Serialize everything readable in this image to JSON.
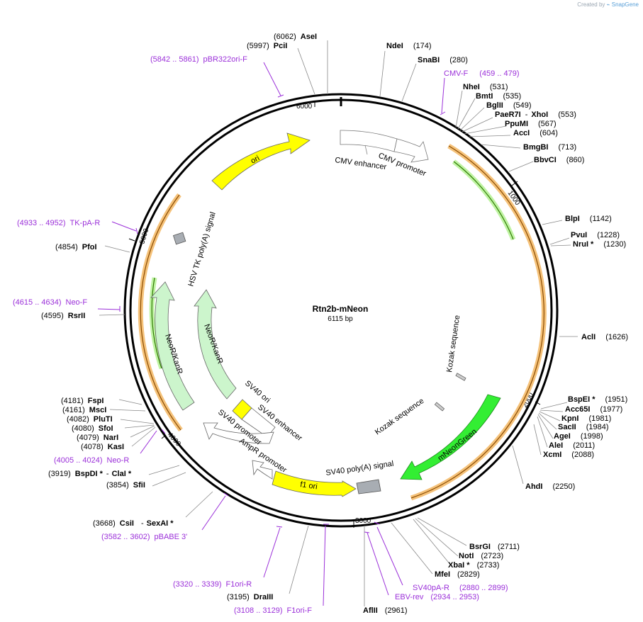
{
  "watermark": {
    "created_by": "Created by",
    "brand": "SnapGene"
  },
  "plasmid": {
    "name": "Rtn2b-mNeon",
    "size": "6115 bp"
  },
  "ticks": [
    "1000",
    "2000",
    "3000",
    "4000",
    "5000",
    "6000"
  ],
  "sites": [
    {
      "name": "AseI",
      "pos": "(6062)",
      "side": "left"
    },
    {
      "name": "PciI",
      "pos": "(5997)",
      "side": "left"
    },
    {
      "name": "NdeI",
      "pos": "(174)",
      "side": "right"
    },
    {
      "name": "SnaBI",
      "pos": "(280)",
      "side": "right"
    },
    {
      "name": "NheI",
      "pos": "(531)",
      "side": "right"
    },
    {
      "name": "BmtI",
      "pos": "(535)",
      "side": "right"
    },
    {
      "name": "BglII",
      "pos": "(549)",
      "side": "right"
    },
    {
      "name": "PaeR7I",
      "pos": "",
      "side": "right"
    },
    {
      "name": "XhoI",
      "pos": "(553)",
      "side": "right"
    },
    {
      "name": "PpuMI",
      "pos": "(567)",
      "side": "right"
    },
    {
      "name": "AccI",
      "pos": "(604)",
      "side": "right"
    },
    {
      "name": "BmgBI",
      "pos": "(713)",
      "side": "right"
    },
    {
      "name": "BbvCI",
      "pos": "(860)",
      "side": "right"
    },
    {
      "name": "BlpI",
      "pos": "(1142)",
      "side": "right"
    },
    {
      "name": "PvuI",
      "pos": "(1228)",
      "side": "right"
    },
    {
      "name": "NruI *",
      "pos": "(1230)",
      "side": "right"
    },
    {
      "name": "AclI",
      "pos": "(1626)",
      "side": "right"
    },
    {
      "name": "BspEI *",
      "pos": "(1951)",
      "side": "right"
    },
    {
      "name": "Acc65I",
      "pos": "(1977)",
      "side": "right"
    },
    {
      "name": "KpnI",
      "pos": "(1981)",
      "side": "right"
    },
    {
      "name": "SacII",
      "pos": "(1984)",
      "side": "right"
    },
    {
      "name": "AgeI",
      "pos": "(1998)",
      "side": "right"
    },
    {
      "name": "AleI",
      "pos": "(2011)",
      "side": "right"
    },
    {
      "name": "XcmI",
      "pos": "(2088)",
      "side": "right"
    },
    {
      "name": "AhdI",
      "pos": "(2250)",
      "side": "right"
    },
    {
      "name": "BsrGI",
      "pos": "(2711)",
      "side": "right"
    },
    {
      "name": "NotI",
      "pos": "(2723)",
      "side": "right"
    },
    {
      "name": "XbaI *",
      "pos": "(2733)",
      "side": "right"
    },
    {
      "name": "MfeI",
      "pos": "(2829)",
      "side": "right"
    },
    {
      "name": "AflII",
      "pos": "(2961)",
      "side": "right"
    },
    {
      "name": "DraIII",
      "pos": "(3195)",
      "side": "left"
    },
    {
      "name": "CsiI",
      "pos": "(3668)",
      "side": "left"
    },
    {
      "name": "SexAI *",
      "pos": "",
      "side": "left"
    },
    {
      "name": "SfiI",
      "pos": "(3854)",
      "side": "left"
    },
    {
      "name": "BspDI *",
      "pos": "(3919)",
      "side": "left"
    },
    {
      "name": "ClaI *",
      "pos": "",
      "side": "left"
    },
    {
      "name": "KasI",
      "pos": "(4078)",
      "side": "left"
    },
    {
      "name": "NarI",
      "pos": "(4079)",
      "side": "left"
    },
    {
      "name": "SfoI",
      "pos": "(4080)",
      "side": "left"
    },
    {
      "name": "PluTI",
      "pos": "(4082)",
      "side": "left"
    },
    {
      "name": "MscI",
      "pos": "(4161)",
      "side": "left"
    },
    {
      "name": "FspI",
      "pos": "(4181)",
      "side": "left"
    },
    {
      "name": "RsrII",
      "pos": "(4595)",
      "side": "left"
    },
    {
      "name": "PfoI",
      "pos": "(4854)",
      "side": "left"
    }
  ],
  "primers": [
    {
      "range": "(5842 .. 5861)",
      "name": "pBR322ori-F"
    },
    {
      "range": "(459 .. 479)",
      "name": "CMV-F"
    },
    {
      "range": "(4933 .. 4952)",
      "name": "TK-pA-R"
    },
    {
      "range": "(4615 .. 4634)",
      "name": "Neo-F"
    },
    {
      "range": "(4005 .. 4024)",
      "name": "Neo-R"
    },
    {
      "range": "(3582 .. 3602)",
      "name": "pBABE 3'"
    },
    {
      "range": "(3320 .. 3339)",
      "name": "F1ori-R"
    },
    {
      "range": "(3108 .. 3129)",
      "name": "F1ori-F"
    },
    {
      "range": "(2880 .. 2899)",
      "name": "SV40pA-R"
    },
    {
      "range": "(2934 .. 2953)",
      "name": "EBV-rev"
    }
  ],
  "features": {
    "ori": "ori",
    "cmv_enhancer": "CMV enhancer",
    "cmv_promoter": "CMV promoter",
    "hsv": "HSV TK poly(A) signal",
    "neo_outer": "NeoR/KanR",
    "neo_inner": "NeoR/KanR",
    "kozak1": "Kozak sequence",
    "kozak2": "Kozak sequence",
    "mneon": "mNeonGreen",
    "sv40_polya": "SV40 poly(A) signal",
    "f1_ori": "f1 ori",
    "ampr_promoter": "AmpR promoter",
    "sv40_promoter": "SV40 promoter",
    "sv40_ori": "SV40 ori",
    "sv40_enhancer": "SV40 enhancer"
  },
  "colors": {
    "ori": "#ffff00",
    "mneon": "#33ee33",
    "neo": "#ccf5cc",
    "orange_highlight": "#f5c27a",
    "green_highlight": "#bff3a2",
    "primer": "#9b30d9",
    "polya": "#a8adb3"
  }
}
